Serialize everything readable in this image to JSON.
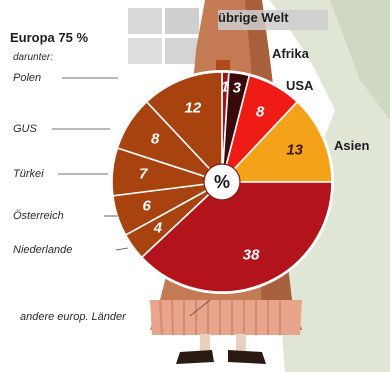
{
  "header": {
    "europa": "Europa 75 %",
    "darunter": "darunter:"
  },
  "chart_data": {
    "type": "pie",
    "center_label": "%",
    "slices": [
      {
        "label": "übrige Welt",
        "value": 1,
        "color": "#a0121a"
      },
      {
        "label": "Afrika",
        "value": 3,
        "color": "#3a0a0a"
      },
      {
        "label": "USA",
        "value": 8,
        "color": "#ee1c14"
      },
      {
        "label": "Asien",
        "value": 13,
        "color": "#f3a21a"
      },
      {
        "label": "andere europ. Länder",
        "value": 38,
        "color": "#b3141b"
      },
      {
        "label": "Niederlande",
        "value": 4,
        "color": "#a8420f"
      },
      {
        "label": "Österreich",
        "value": 6,
        "color": "#a8420f"
      },
      {
        "label": "Türkei",
        "value": 7,
        "color": "#a8420f"
      },
      {
        "label": "GUS",
        "value": 8,
        "color": "#a8420f"
      },
      {
        "label": "Polen",
        "value": 12,
        "color": "#a8420f"
      }
    ],
    "value_labels": [
      "1",
      "3",
      "8",
      "13",
      "38",
      "4",
      "6",
      "7",
      "8",
      "12"
    ]
  }
}
